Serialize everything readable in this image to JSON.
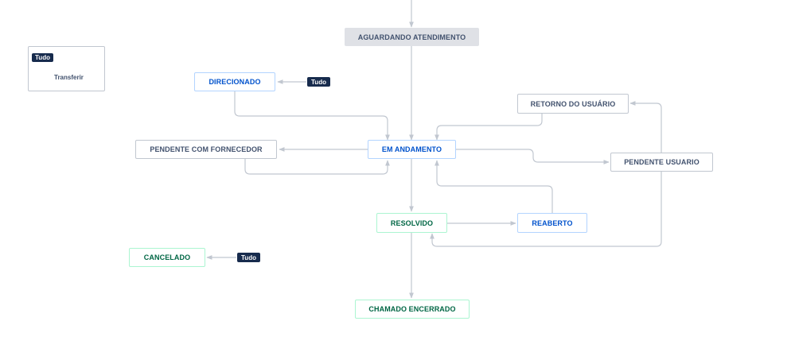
{
  "legend": {
    "tag": "Tudo",
    "label": "Transferir"
  },
  "tags": {
    "direcionado": "Tudo",
    "cancelado": "Tudo"
  },
  "statuses": {
    "aguardando": "AGUARDANDO ATENDIMENTO",
    "direcionado": "DIRECIONADO",
    "retorno": "RETORNO DO USUÁRIO",
    "pendente_fornecedor": "PENDENTE COM FORNECEDOR",
    "em_andamento": "EM ANDAMENTO",
    "pendente_usuario": "PENDENTE USUARIO",
    "resolvido": "RESOLVIDO",
    "reaberto": "REABERTO",
    "cancelado": "CANCELADO",
    "encerrado": "CHAMADO ENCERRADO"
  },
  "colors": {
    "connector": "#c1c7d0",
    "todo_bg": "#dfe1e6",
    "in_progress": "#0052cc",
    "done": "#006644",
    "tag_bg": "#172b4d"
  }
}
